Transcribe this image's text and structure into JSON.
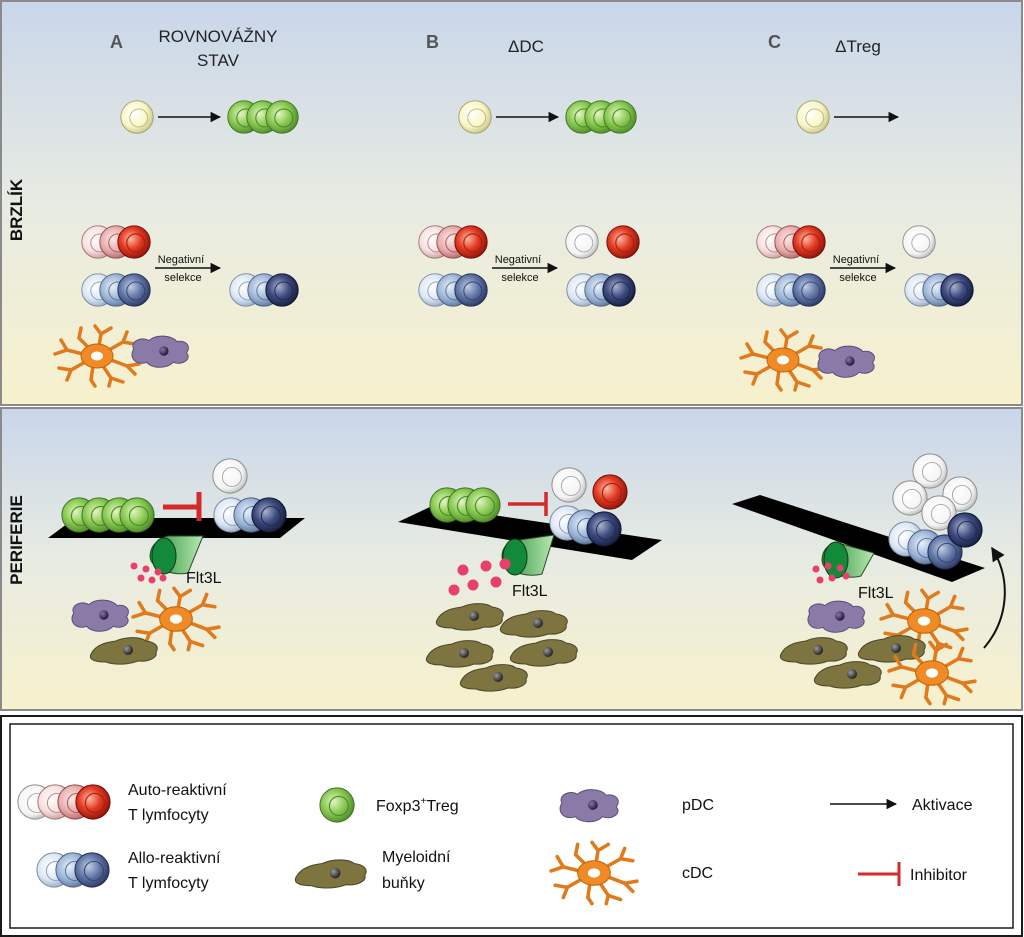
{
  "panels": {
    "a": {
      "letter": "A",
      "title_line1": "ROVNOVÁŽNY",
      "title_line2": "STAV"
    },
    "b": {
      "letter": "B",
      "title": "ΔDC"
    },
    "c": {
      "letter": "C",
      "title": "ΔTreg"
    }
  },
  "rows": {
    "thymus": "BRZLÍK",
    "periphery": "PERIFERIE"
  },
  "labels": {
    "negative_selection_line1": "Negativní",
    "negative_selection_line2": "selekce",
    "flt3l": "Flt3L"
  },
  "legend": {
    "auto_reactive_line1": "Auto-reaktivní",
    "auto_reactive_line2": "T lymfocyty",
    "allo_reactive_line1": "Allo-reaktivní",
    "allo_reactive_line2": "T lymfocyty",
    "treg_base": "Foxp3",
    "treg_sup": "+",
    "treg_suffix": "Treg",
    "myeloid_line1": "Myeloidní",
    "myeloid_line2": "buňky",
    "pdc": "pDC",
    "cdc": "cDC",
    "activation": "Aktivace",
    "inhibitor": "Inhibitor"
  },
  "colors": {
    "auto_reactive": "#dd2a1c",
    "allo_reactive": "#3a4a78",
    "treg": "#7cc04a",
    "pdc": "#8a7aa8",
    "cdc": "#f08a24",
    "myeloid": "#7d7440",
    "inhibitor": "#d42a2a",
    "flt3l_dots": "#e8406a"
  }
}
